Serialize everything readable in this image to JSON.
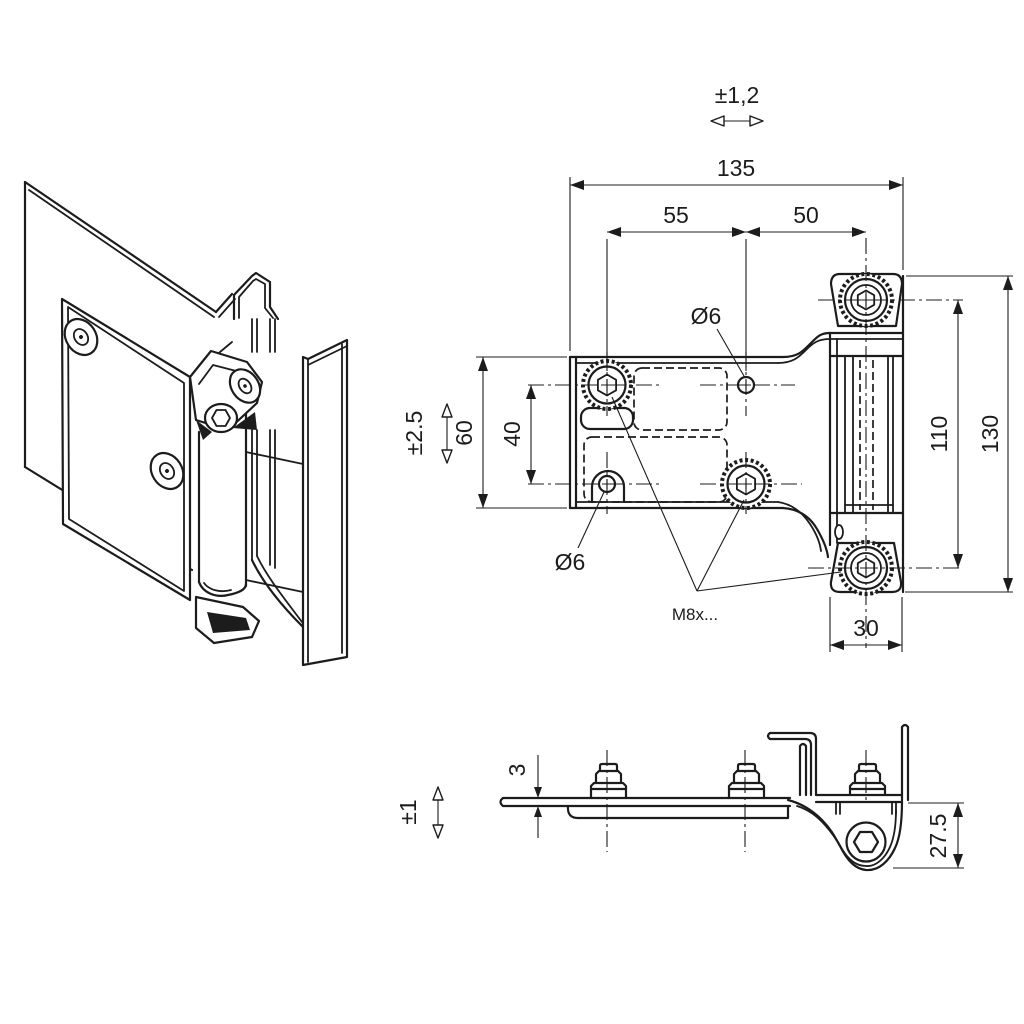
{
  "meta": {
    "drawing_type": "technical drawing - sheet metal door hinge, three views",
    "background_color": "#ffffff",
    "line_color": "#1c1c1c"
  },
  "front_view": {
    "total_width": "135",
    "spacing_left": "55",
    "spacing_right": "50",
    "tolerance_horizontal": "±1,2",
    "leaf_height": "60",
    "hole_vertical_spacing": "40",
    "tolerance_vertical": "±2.5",
    "screw_spacing": "110",
    "knuckle_height": "130",
    "knuckle_width": "30",
    "hole_dia_top": "Ø6",
    "hole_dia_bottom": "Ø6",
    "thread_callout": "M8x..."
  },
  "side_view": {
    "sheet_thickness": "3",
    "tolerance_vertical": "±1",
    "pin_height": "27.5"
  }
}
